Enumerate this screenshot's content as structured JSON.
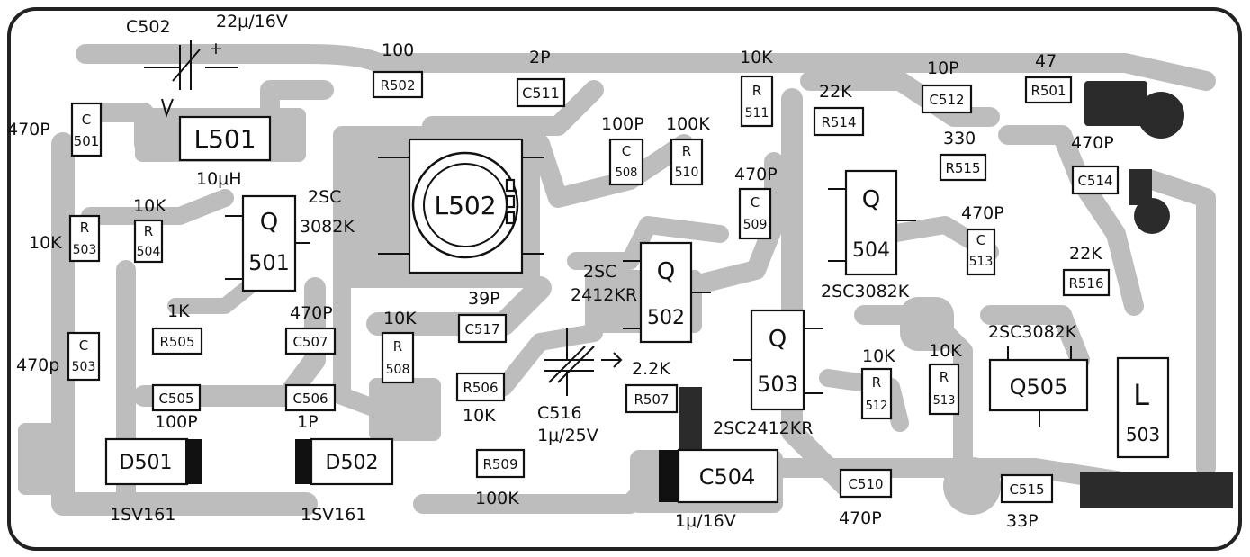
{
  "components": {
    "c501": {
      "ref1": "C",
      "ref2": "501",
      "value": "470P"
    },
    "c502": {
      "ref": "C502",
      "value": "22μ/16V",
      "polarity": "+"
    },
    "c503": {
      "ref1": "C",
      "ref2": "503",
      "value": "470p"
    },
    "c504": {
      "ref": "C504",
      "value": "1μ/16V"
    },
    "c505": {
      "ref": "C505",
      "value": "100P"
    },
    "c506": {
      "ref": "C506",
      "value": "1P"
    },
    "c507": {
      "ref": "C507",
      "value": "470P"
    },
    "c508": {
      "ref1": "C",
      "ref2": "508",
      "value": "100P"
    },
    "c509": {
      "ref1": "C",
      "ref2": "509",
      "value": "470P"
    },
    "c510": {
      "ref": "C510",
      "value": "470P"
    },
    "c511": {
      "ref": "C511",
      "value": "2P"
    },
    "c512": {
      "ref": "C512",
      "value": "10P"
    },
    "c513": {
      "ref1": "C",
      "ref2": "513",
      "value": "470P"
    },
    "c514": {
      "ref": "C514",
      "value": "470P"
    },
    "c515": {
      "ref": "C515",
      "value": "33P"
    },
    "c516": {
      "ref": "C516",
      "value": "1μ/25V"
    },
    "c517": {
      "ref": "C517",
      "value": "39P"
    },
    "r501": {
      "ref": "R501",
      "value": "47"
    },
    "r502": {
      "ref": "R502",
      "value": "100"
    },
    "r503": {
      "ref1": "R",
      "ref2": "503",
      "value": "10K"
    },
    "r504": {
      "ref1": "R",
      "ref2": "504",
      "value": "10K"
    },
    "r505": {
      "ref": "R505",
      "value": "1K"
    },
    "r506": {
      "ref": "R506",
      "value": "10K"
    },
    "r507": {
      "ref": "R507",
      "value": "2.2K"
    },
    "r508": {
      "ref1": "R",
      "ref2": "508",
      "value": "10K"
    },
    "r509": {
      "ref": "R509",
      "value": "100K"
    },
    "r510": {
      "ref1": "R",
      "ref2": "510",
      "value": "100K"
    },
    "r511": {
      "ref1": "R",
      "ref2": "511",
      "value": "10K"
    },
    "r512": {
      "ref1": "R",
      "ref2": "512",
      "value": "10K"
    },
    "r513": {
      "ref1": "R",
      "ref2": "513",
      "value": "10K"
    },
    "r514": {
      "ref": "R514",
      "value": "22K"
    },
    "r515": {
      "ref": "R515",
      "value": "330"
    },
    "r516": {
      "ref": "R516",
      "value": "22K"
    },
    "l501": {
      "ref": "L501",
      "value": "10μH"
    },
    "l502": {
      "ref": "L502"
    },
    "l503": {
      "ref1": "L",
      "ref2": "503"
    },
    "q501": {
      "ref1": "Q",
      "ref2": "501",
      "part1": "2SC",
      "part2": "3082K"
    },
    "q502": {
      "ref1": "Q",
      "ref2": "502",
      "part1": "2SC",
      "part2": "2412KR"
    },
    "q503": {
      "ref1": "Q",
      "ref2": "503",
      "part": "2SC2412KR"
    },
    "q504": {
      "ref1": "Q",
      "ref2": "504",
      "part": "2SC3082K"
    },
    "q505": {
      "ref": "Q505",
      "part": "2SC3082K"
    },
    "d501": {
      "ref": "D501",
      "part": "1SV161"
    },
    "d502": {
      "ref": "D502",
      "part": "1SV161"
    }
  }
}
